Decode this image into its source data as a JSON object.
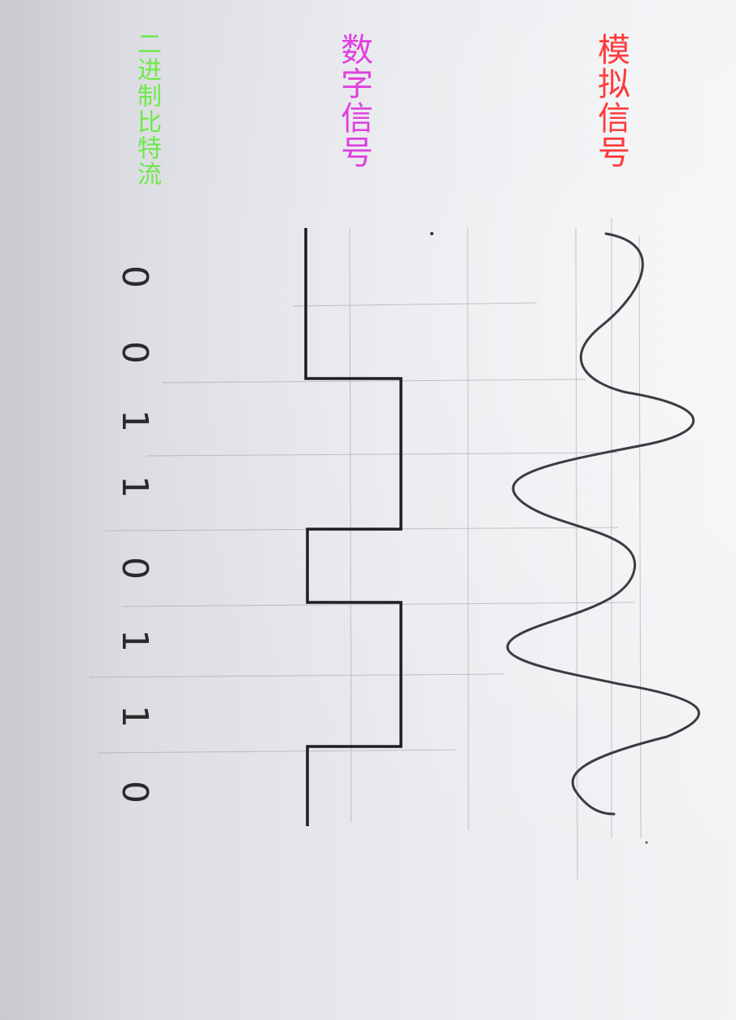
{
  "labels": {
    "analog": "模拟信号",
    "digital": "数字信号",
    "binary": "二进制比特流"
  },
  "bits": [
    "0",
    "0",
    "1",
    "1",
    "0",
    "1",
    "1",
    "0"
  ],
  "colors": {
    "analog": "#ff3b3b",
    "digital": "#e040e0",
    "binary": "#6fe84a",
    "pencil": "#2a2a2a"
  }
}
